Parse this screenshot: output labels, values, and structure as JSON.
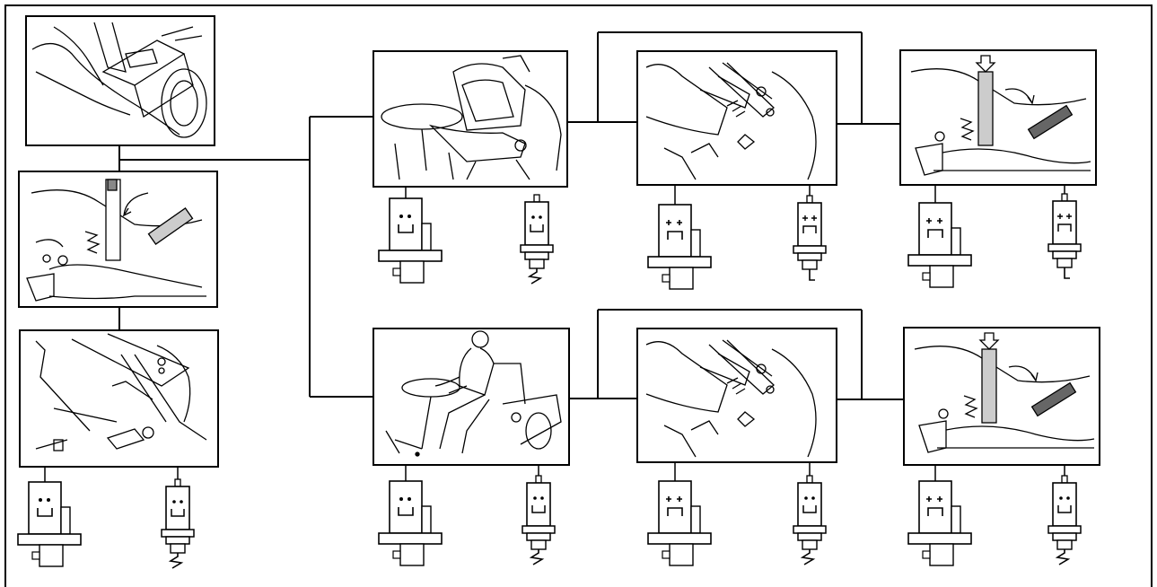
{
  "diagram": {
    "type": "pictorial-flowchart",
    "text_labels": [],
    "panels": [
      {
        "id": "p-left-1",
        "subject": "hand-on-control-lever"
      },
      {
        "id": "p-left-2",
        "subject": "lever-moving-into-notch",
        "arrow": true
      },
      {
        "id": "p-left-3",
        "subject": "pedal-and-linkage",
        "faces": [
          "switch-open-smile",
          "sensor-open-smile"
        ]
      },
      {
        "id": "p-top-1",
        "subject": "empty-seat",
        "faces": [
          "switch-open-smile",
          "sensor-open-smile"
        ]
      },
      {
        "id": "p-top-2",
        "subject": "seat-switch-plunger",
        "faces": [
          "switch-closed-frown",
          "sensor-closed-frown"
        ]
      },
      {
        "id": "p-top-3",
        "subject": "lever-pressed-and-moved",
        "arrow": true,
        "faces": [
          "switch-closed-frown",
          "sensor-closed-frown"
        ]
      },
      {
        "id": "p-bot-1",
        "subject": "operator-seated",
        "faces": [
          "switch-open-smile",
          "sensor-open-smile"
        ]
      },
      {
        "id": "p-bot-2",
        "subject": "seat-switch-plunger",
        "faces": [
          "switch-closed-frown",
          "sensor-open-smile"
        ]
      },
      {
        "id": "p-bot-3",
        "subject": "lever-pressed-and-moved",
        "arrow": true,
        "faces": [
          "switch-closed-frown",
          "sensor-open-smile"
        ]
      }
    ]
  }
}
